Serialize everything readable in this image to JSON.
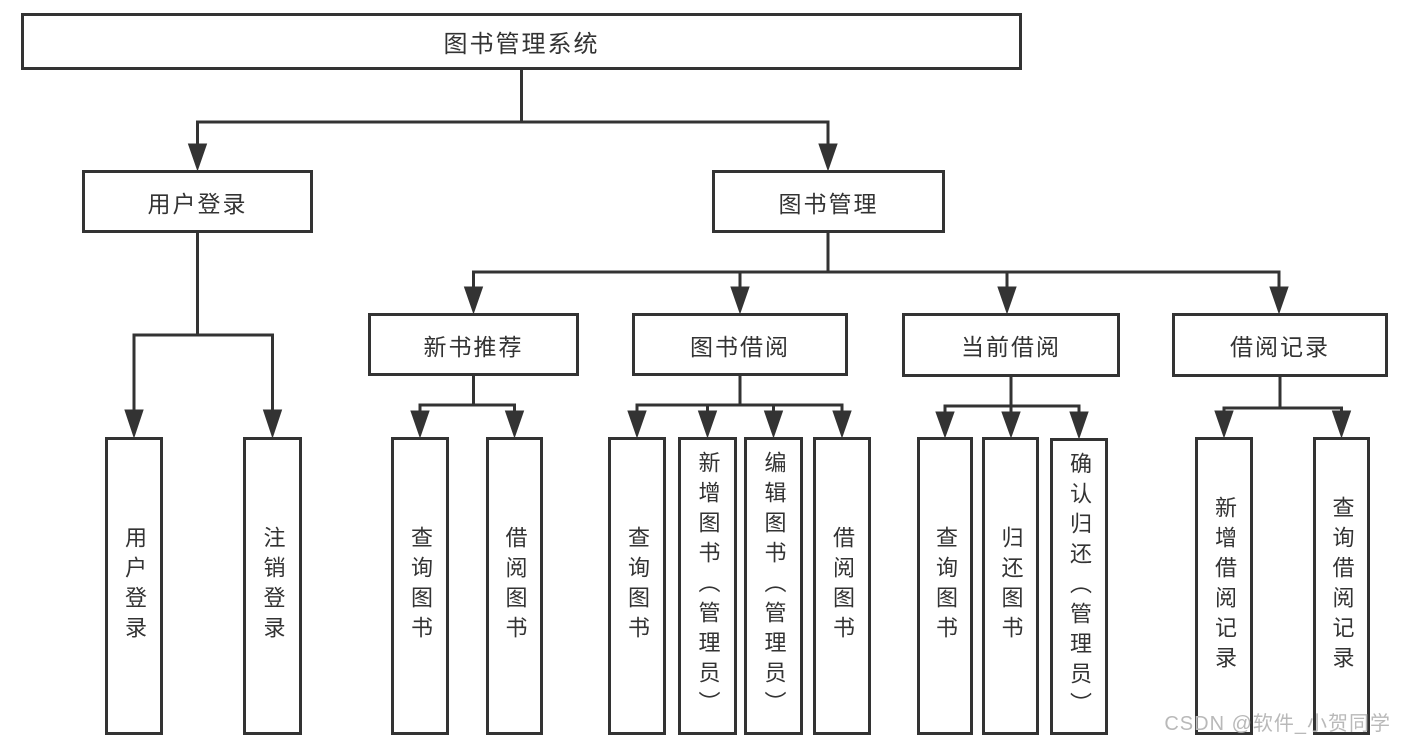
{
  "tree": {
    "root": {
      "label": "图书管理系统"
    },
    "user_login": {
      "label": "用户登录",
      "children": [
        {
          "label": "用户登录"
        },
        {
          "label": "注销登录"
        }
      ]
    },
    "book_mgmt": {
      "label": "图书管理",
      "sections": [
        {
          "label": "新书推荐",
          "children": [
            {
              "label": "查询图书"
            },
            {
              "label": "借阅图书"
            }
          ]
        },
        {
          "label": "图书借阅",
          "children": [
            {
              "label": "查询图书"
            },
            {
              "label": "新增图书（管理员）"
            },
            {
              "label": "编辑图书（管理员）"
            },
            {
              "label": "借阅图书"
            }
          ]
        },
        {
          "label": "当前借阅",
          "children": [
            {
              "label": "查询图书"
            },
            {
              "label": "归还图书"
            },
            {
              "label": "确认归还（管理员）"
            }
          ]
        },
        {
          "label": "借阅记录",
          "children": [
            {
              "label": "新增借阅记录"
            },
            {
              "label": "查询借阅记录"
            }
          ]
        }
      ]
    }
  },
  "watermark": {
    "text": "CSDN @软件_小贺同学"
  },
  "colors": {
    "line": "#333333",
    "box_border": "#333333",
    "box_background": "#ffffff",
    "text": "#333333",
    "watermark_text": "#b9b9b9"
  }
}
